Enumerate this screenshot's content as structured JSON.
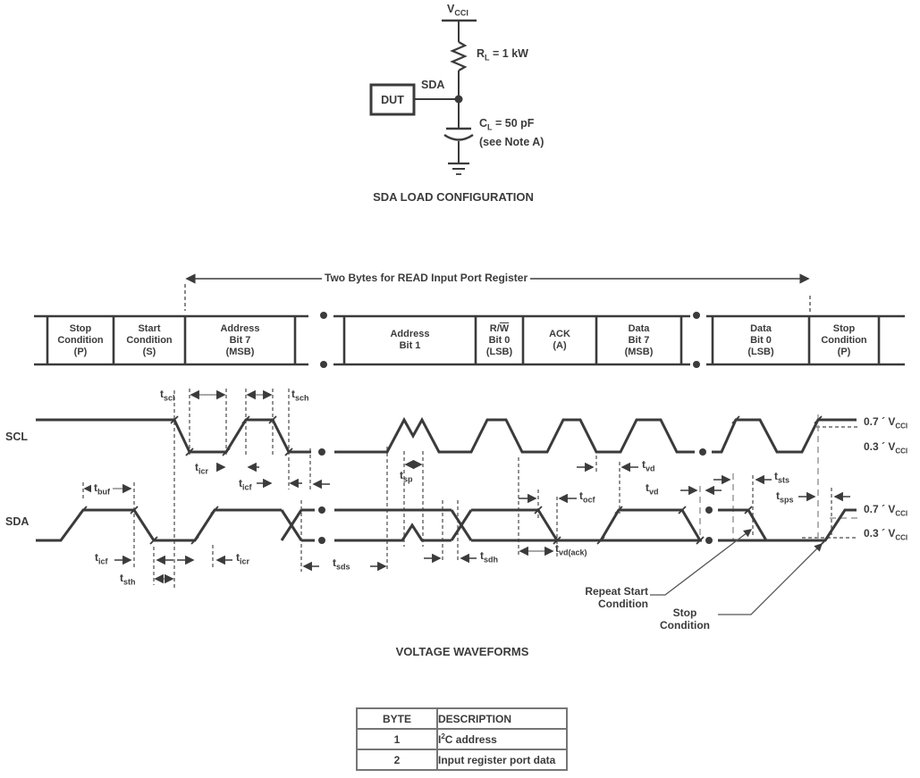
{
  "circuit": {
    "vcc_base": "V",
    "vcc_sub": "CCI",
    "rl_base": "R",
    "rl_sub": "L",
    "rl_eq": " = 1 kW",
    "dut": "DUT",
    "sda": "SDA",
    "cl_base": "C",
    "cl_sub": "L",
    "cl_eq": " = 50 pF",
    "note": "(see Note A)",
    "caption": "SDA LOAD CONFIGURATION"
  },
  "byte_row": {
    "span_label": "Two Bytes for READ  Input  Port Register",
    "boxes": [
      "Stop\nCondition\n(P)",
      "Start\nCondition\n(S)",
      "Address\nBit 7\n(MSB)",
      "Address\nBit 1",
      "ACK\n(A)",
      "Data\nBit 7\n(MSB)",
      "Data\nBit 0\n(LSB)",
      "Stop\nCondition\n(P)"
    ],
    "rw_box": {
      "pre": "R/",
      "w": "W",
      "rest": "\nBit 0\n(LSB)"
    }
  },
  "waveforms": {
    "scl": "SCL",
    "sda": "SDA",
    "caption": "VOLTAGE WAVEFORMS",
    "levels": {
      "v07_base": "0.7 ´ V",
      "v07_sub": "CCI",
      "v03_base": "0.3 ´ V",
      "v03_sub": "CCI"
    },
    "annotations": {
      "repeat_start": "Repeat Start\nCondition",
      "stop": "Stop\nCondition"
    },
    "timing": {
      "base": "t",
      "tscl": "scl",
      "tsch": "sch",
      "ticr": "icr",
      "ticf": "icf",
      "tsp": "sp",
      "tbuf": "buf",
      "tsth": "sth",
      "tsds": "sds",
      "tsdh": "sdh",
      "tvdack": "vd(ack)",
      "tocf": "ocf",
      "tvd": "vd",
      "tsts": "sts",
      "tsps": "sps"
    }
  },
  "table": {
    "header_byte": "BYTE",
    "header_desc": "DESCRIPTION",
    "rows": [
      {
        "byte": "1",
        "desc_pre": "I",
        "desc_sup": "2",
        "desc_post": "C address"
      },
      {
        "byte": "2",
        "desc": "Input register port data"
      }
    ]
  },
  "colors": {
    "ink": "#3b3b3b",
    "gray_dash": "#9a9a9a",
    "table_line": "#767676"
  }
}
